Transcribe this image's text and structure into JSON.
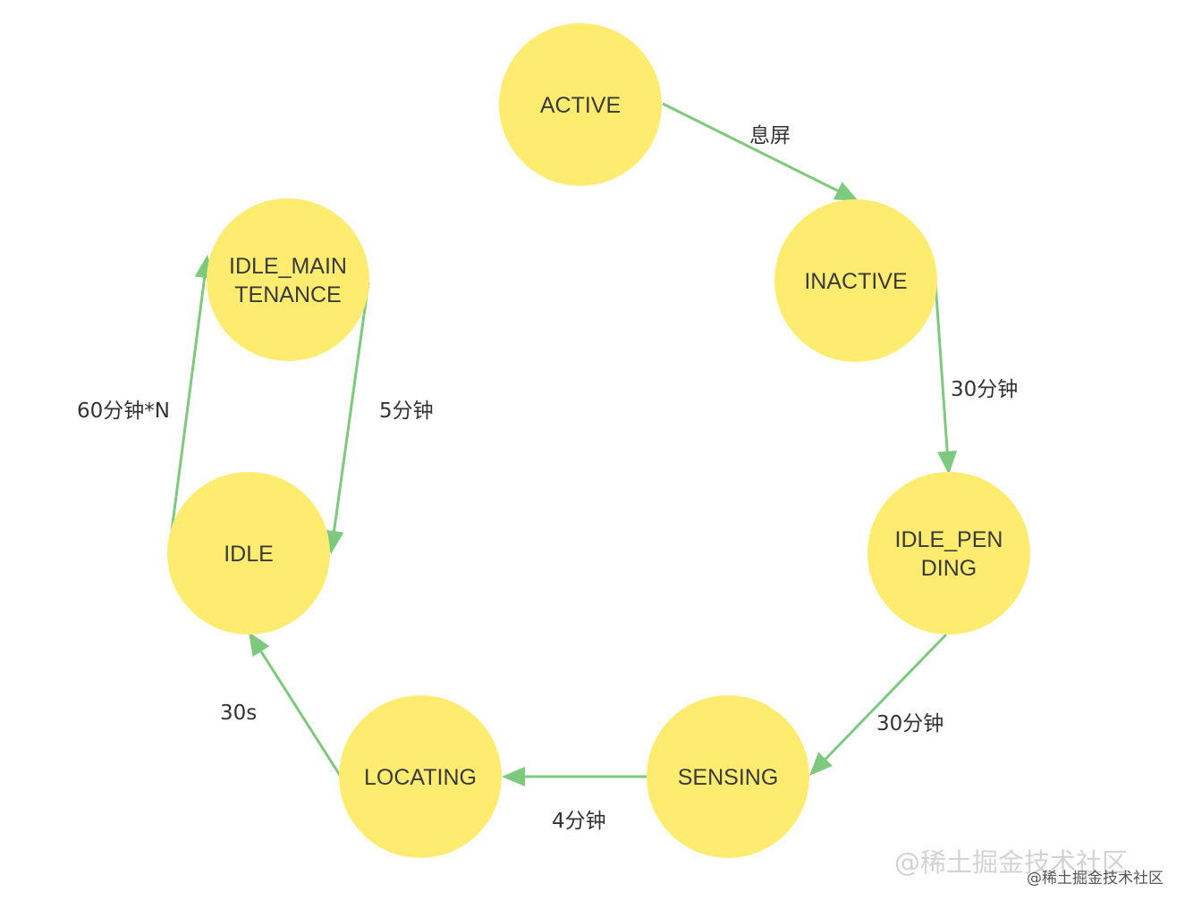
{
  "diagram": {
    "nodes": [
      {
        "id": "active",
        "lines": [
          "ACTIVE"
        ]
      },
      {
        "id": "inactive",
        "lines": [
          "INACTIVE"
        ]
      },
      {
        "id": "idle-pending",
        "lines": [
          "IDLE_PEN",
          "DING"
        ]
      },
      {
        "id": "sensing",
        "lines": [
          "SENSING"
        ]
      },
      {
        "id": "locating",
        "lines": [
          "LOCATING"
        ]
      },
      {
        "id": "idle",
        "lines": [
          "IDLE"
        ]
      },
      {
        "id": "idle-maintenance",
        "lines": [
          "IDLE_MAIN",
          "TENANCE"
        ]
      }
    ],
    "edges": [
      {
        "id": "active-to-inactive",
        "from": "active",
        "to": "inactive",
        "label": "息屏"
      },
      {
        "id": "inactive-to-idle-pending",
        "from": "inactive",
        "to": "idle-pending",
        "label": "30分钟"
      },
      {
        "id": "idle-pending-to-sensing",
        "from": "idle-pending",
        "to": "sensing",
        "label": "30分钟"
      },
      {
        "id": "sensing-to-locating",
        "from": "sensing",
        "to": "locating",
        "label": "4分钟"
      },
      {
        "id": "locating-to-idle",
        "from": "locating",
        "to": "idle",
        "label": "30s"
      },
      {
        "id": "idle-to-idle-maintenance",
        "from": "idle",
        "to": "idle-maintenance",
        "label": "60分钟*N"
      },
      {
        "id": "idle-maintenance-to-idle",
        "from": "idle-maintenance",
        "to": "idle",
        "label": "5分钟"
      }
    ],
    "colors": {
      "node_fill": "#fdec70",
      "edge": "#7dc97d",
      "node_text": "#3a3a3a",
      "edge_text": "#333333"
    }
  },
  "watermark": {
    "faint_text": "@稀土掘金技术社区",
    "text": "@稀土掘金技术社区"
  }
}
